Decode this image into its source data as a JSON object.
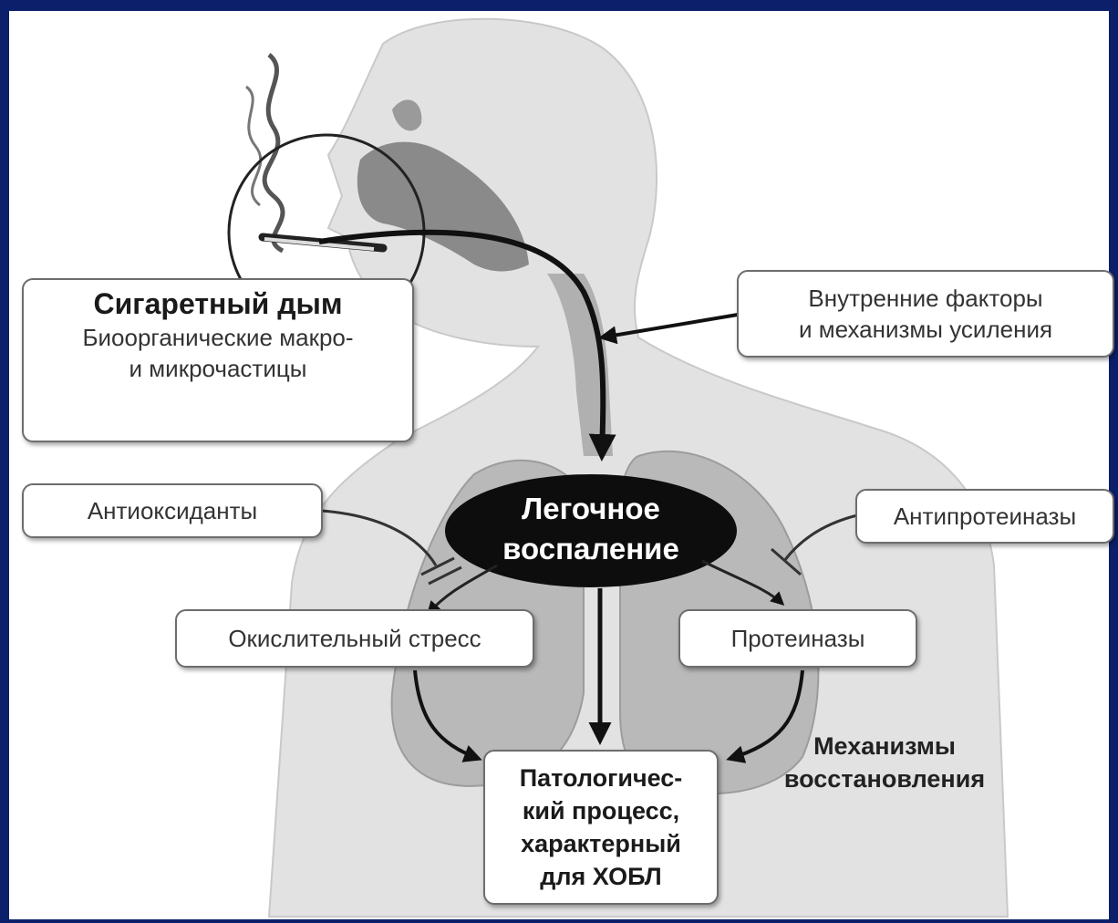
{
  "diagram": {
    "smoke_box": {
      "title": "Сигаретный дым",
      "line1": "Биоорганические макро-",
      "line2": "и микрочастицы"
    },
    "internal_box": {
      "line1": "Внутренние факторы",
      "line2": "и механизмы усиления"
    },
    "center": {
      "line1": "Легочное",
      "line2": "воспаление"
    },
    "antioxidants": "Антиоксиданты",
    "antiproteinases": "Антипротеиназы",
    "oxidative_stress": "Окислительный стресс",
    "proteinases": "Протеиназы",
    "repair_label": {
      "line1": "Механизмы",
      "line2": "восстановления"
    },
    "copd_box": {
      "line1": "Патологичес-",
      "line2": "кий процесс,",
      "line3": "характерный",
      "line4": "для ХОБЛ"
    }
  },
  "colors": {
    "border": "#0b1f6b",
    "silhouette": "#e2e2e2",
    "lungs": "#b9b9b9",
    "airway": "#8a8a8a",
    "oval": "#0d0d0d"
  }
}
